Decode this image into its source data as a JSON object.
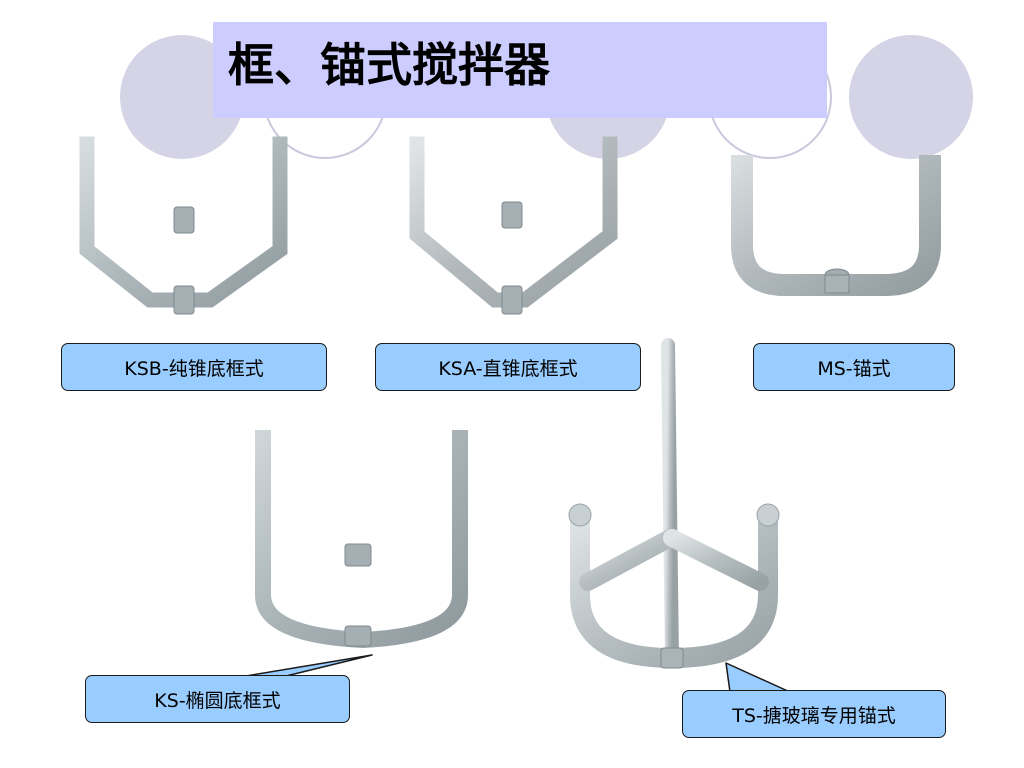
{
  "slide": {
    "title": "框、锚式搅拌器",
    "labels": {
      "ksb": "KSB-纯锥底框式",
      "ksa": "KSA-直锥底框式",
      "ms": "MS-锚式",
      "ks": "KS-椭圆底框式",
      "ts": "TS-搪玻璃专用锚式"
    }
  },
  "colors": {
    "title_bg": "#ccccff",
    "label_bg": "#99ccff",
    "decor_circle": "#d4d4e6",
    "metal": "#b3bcc0"
  }
}
